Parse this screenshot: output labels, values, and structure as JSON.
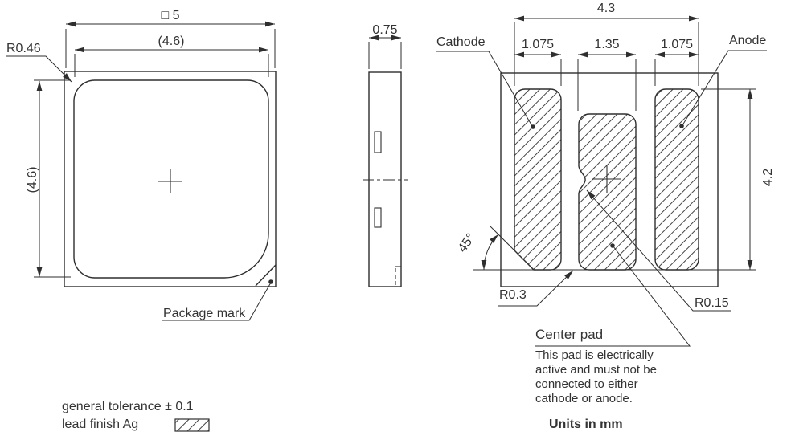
{
  "drawing": {
    "colors": {
      "line": "#2e2e2e",
      "background": "#ffffff",
      "text": "#333333"
    },
    "top_view": {
      "dim_outer": "□ 5",
      "dim_inner_width": "(4.6)",
      "dim_inner_height": "(4.6)",
      "corner_radius": "R0.46",
      "package_mark_label": "Package mark"
    },
    "side_view": {
      "dim_thickness": "0.75"
    },
    "bottom_view": {
      "cathode_label": "Cathode",
      "anode_label": "Anode",
      "dim_pads_span": "4.3",
      "dim_cathode_width": "1.075",
      "dim_center_width": "1.35",
      "dim_anode_width": "1.075",
      "dim_pads_height": "4.2",
      "chamfer_angle": "45°",
      "center_corner_radius": "R0.3",
      "notch_radius": "R0.15"
    },
    "callout": {
      "title": "Center pad",
      "line1": "This pad is electrically",
      "line2": "active and must not be",
      "line3": "connected to either",
      "line4": "cathode or anode."
    },
    "notes": {
      "tolerance": "general tolerance ± 0.1",
      "lead_finish": "lead finish Ag",
      "units_prefix": "Units in ",
      "units_unit": "mm"
    }
  }
}
